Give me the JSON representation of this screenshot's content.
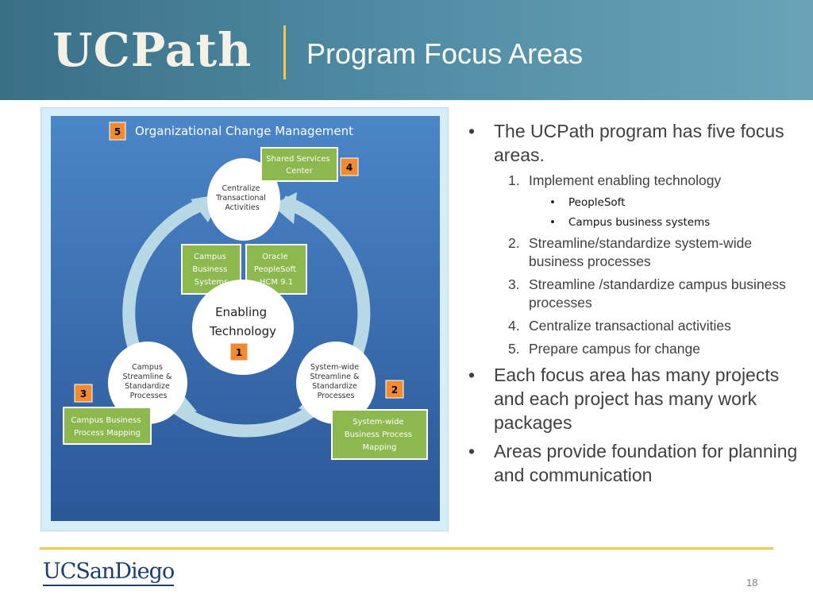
{
  "header": {
    "logo_text": "UCPath",
    "title": "Program Focus Areas"
  },
  "diagram": {
    "title": "Organizational Change Management",
    "title_number": "5",
    "shared_services": {
      "lines": [
        "Shared Services",
        "Center"
      ],
      "number": "4"
    },
    "centralize": {
      "lines": [
        "Centralize",
        "Transactional",
        "Activities"
      ]
    },
    "campus_business_systems": {
      "lines": [
        "Campus",
        "Business",
        "Systems"
      ]
    },
    "oracle": {
      "lines": [
        "Oracle",
        "PeopleSoft",
        "HCM 9.1"
      ]
    },
    "enabling": {
      "lines": [
        "Enabling",
        "Technology"
      ],
      "number": "1"
    },
    "campus_streamline": {
      "lines": [
        "Campus",
        "Streamline &",
        "Standardize",
        "Processes"
      ],
      "number": "3"
    },
    "systemwide_streamline": {
      "lines": [
        "System-wide",
        "Streamline &",
        "Standardize",
        "Processes"
      ],
      "number": "2"
    },
    "campus_mapping": {
      "lines": [
        "Campus Business",
        "Process Mapping"
      ]
    },
    "systemwide_mapping": {
      "lines": [
        "System-wide",
        "Business Process",
        "Mapping"
      ]
    },
    "colors": {
      "panel_top": "#4a86c8",
      "panel_bottom": "#2b5797",
      "green_box": "#8cb84e",
      "orange_badge": "#f28b30",
      "ring": "#b9d8e6"
    }
  },
  "bullets": [
    {
      "marker": "•",
      "text": "The UCPath program has five focus areas."
    },
    {
      "marker": "1.",
      "text": "Implement enabling technology"
    },
    {
      "marker": "•",
      "text": "PeopleSoft"
    },
    {
      "marker": "•",
      "text": "Campus business systems"
    },
    {
      "marker": "2.",
      "text": "Streamline/standardize system-wide business processes"
    },
    {
      "marker": "3.",
      "text": "Streamline /standardize campus business processes"
    },
    {
      "marker": "4.",
      "text": "Centralize transactional activities"
    },
    {
      "marker": "5.",
      "text": "Prepare campus  for change"
    },
    {
      "marker": "•",
      "text": "Each focus area has many projects and each project has many work packages"
    },
    {
      "marker": "•",
      "text": "Areas provide foundation for planning and communication"
    }
  ],
  "footer": {
    "logo_text": "UCSanDiego",
    "page_number": "18"
  }
}
